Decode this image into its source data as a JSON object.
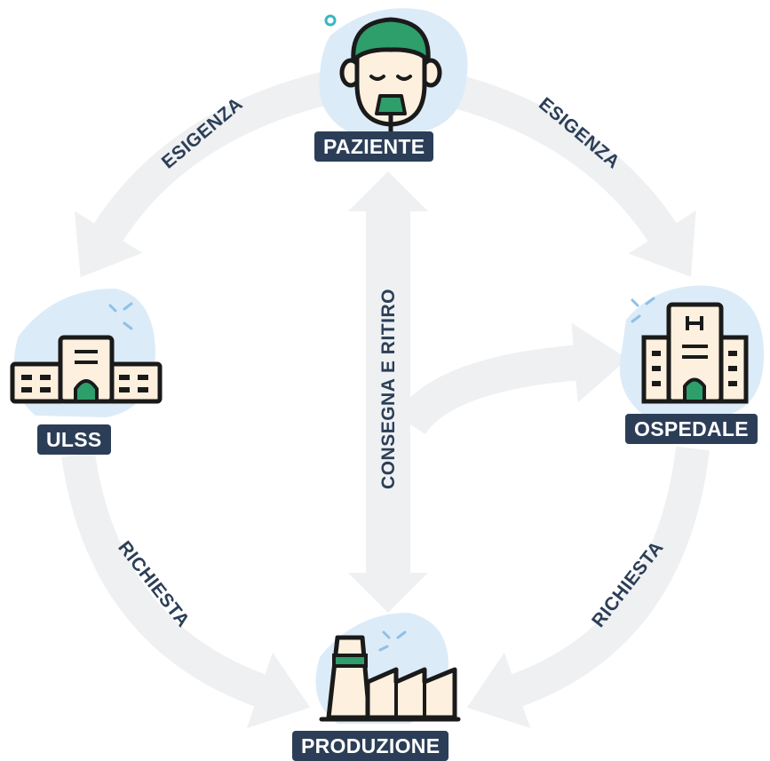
{
  "nodes": {
    "paziente": {
      "label": "PAZIENTE",
      "icon": "patient-oxygen-mask-icon"
    },
    "ospedale": {
      "label": "OSPEDALE",
      "icon": "hospital-building-icon"
    },
    "produzione": {
      "label": "PRODUZIONE",
      "icon": "factory-icon"
    },
    "ulss": {
      "label": "ULSS",
      "icon": "health-office-building-icon"
    }
  },
  "flows": {
    "paziente_to_ulss": "ESIGENZA",
    "paziente_to_ospedale": "ESIGENZA",
    "ulss_to_produzione": "RICHIESTA",
    "ospedale_to_produzione": "RICHIESTA",
    "center": "CONSEGNA E RITIRO"
  },
  "colors": {
    "label_bg": "#2c3e57",
    "arrow": "#eef0f2",
    "blob": "#dcebf8",
    "accent_green": "#2e9e6b",
    "outline": "#1a1a1a"
  }
}
